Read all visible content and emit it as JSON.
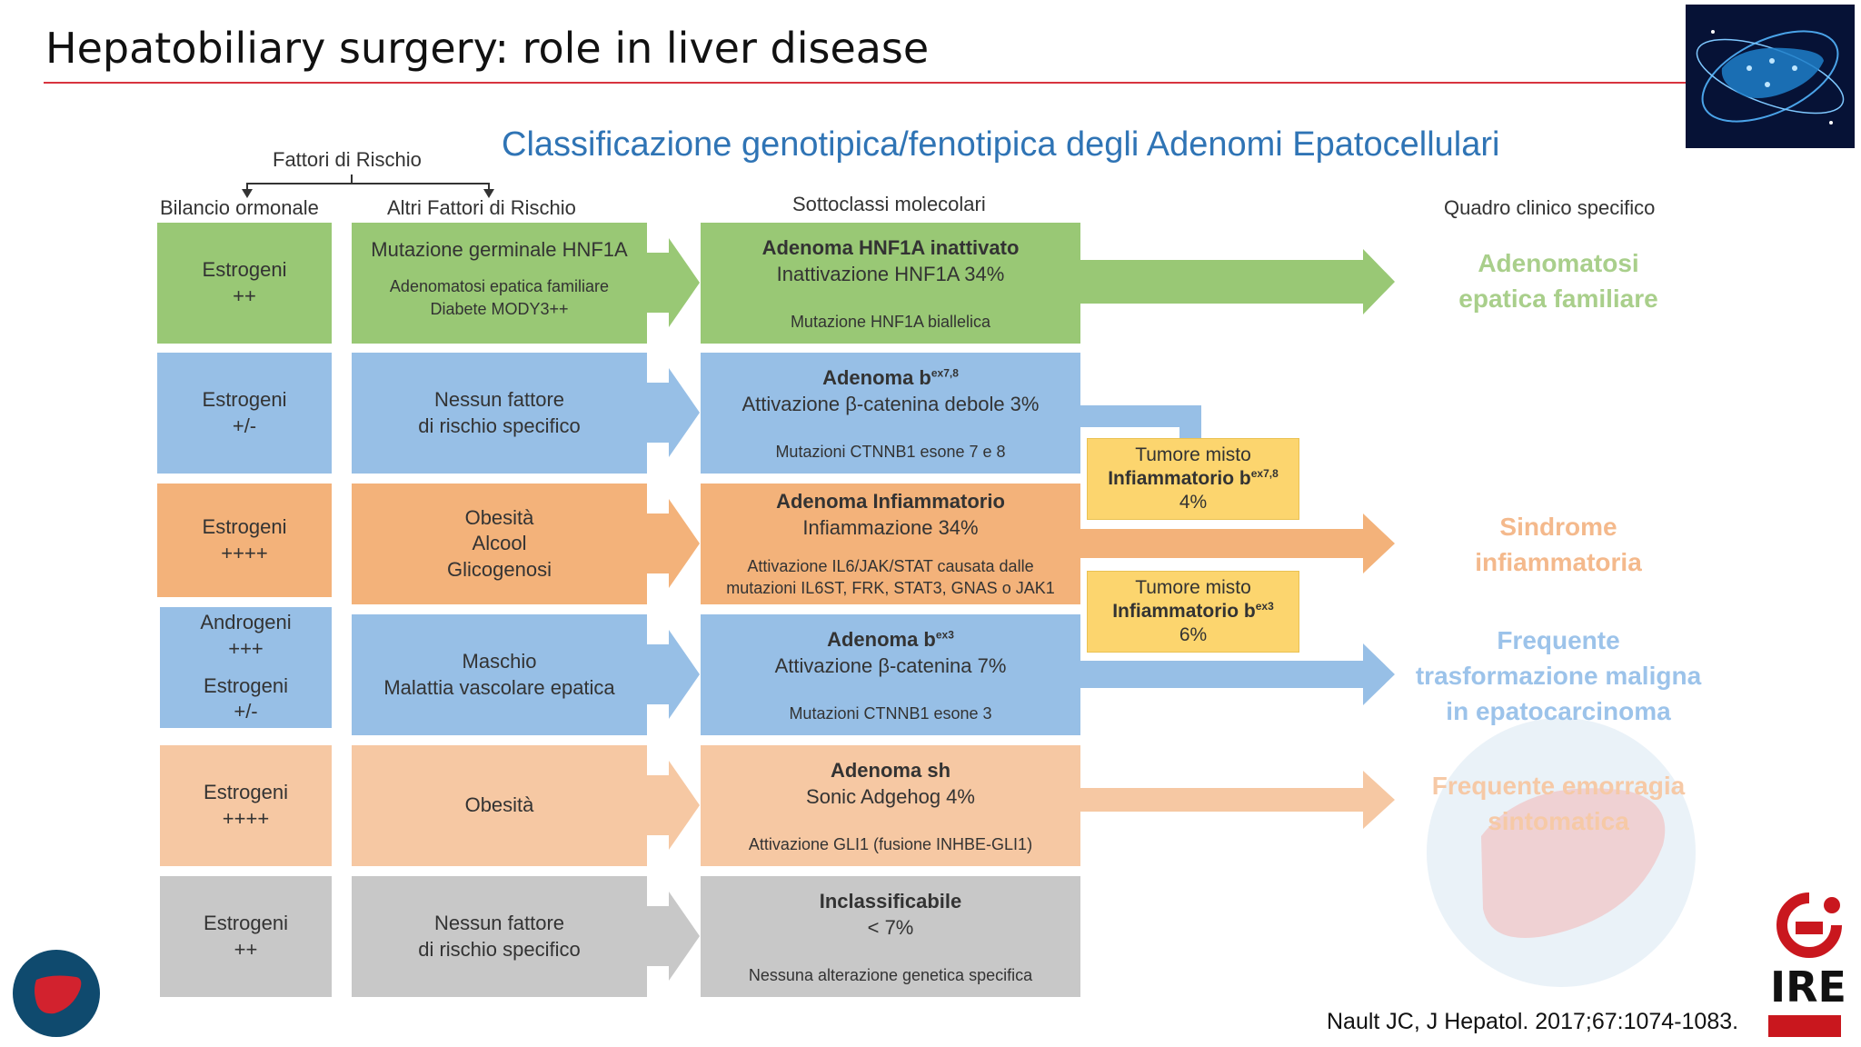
{
  "slide": {
    "title": "Hepatobiliary surgery: role in liver disease",
    "citation": "Nault JC, J Hepatol. 2017;67:1074-1083.",
    "logo_text": "IRE"
  },
  "diagram": {
    "title": "Classificazione genotipica/fenotipica degli Adenomi Epatocellulari",
    "headers": {
      "risk_factors": "Fattori di Rischio",
      "hormonal": "Bilancio ormonale",
      "other_risk": "Altri Fattori di Rischio",
      "molecular": "Sottoclassi molecolari",
      "clinical": "Quadro clinico specifico"
    },
    "rows": [
      {
        "hormone": [
          "Estrogeni",
          "++"
        ],
        "risk": {
          "main": "Mutazione germinale HNF1A",
          "notes": [
            "Adenomatosi epatica familiare",
            "Diabete MODY3++"
          ]
        },
        "mol": {
          "name": "Adenoma HNF1A inattivato",
          "pct": "Inattivazione HNF1A 34%",
          "mutation": "Mutazione HNF1A biallelica"
        }
      },
      {
        "hormone": [
          "Estrogeni",
          "+/-"
        ],
        "risk": {
          "lines": [
            "Nessun fattore",
            "di rischio specifico"
          ]
        },
        "mol": {
          "name": "Adenoma b",
          "sup": "ex7,8",
          "pct": "Attivazione β-catenina debole 3%",
          "mutation": "Mutazioni CTNNB1 esone 7 e 8"
        }
      },
      {
        "hormone": [
          "Estrogeni",
          "++++"
        ],
        "risk": {
          "lines": [
            "Obesità",
            "Alcool",
            "Glicogenosi"
          ]
        },
        "mol": {
          "name": "Adenoma Infiammatorio",
          "pct": "Infiammazione 34%",
          "mutation": "Attivazione IL6/JAK/STAT causata dalle",
          "mutation2": "mutazioni IL6ST, FRK, STAT3, GNAS o JAK1"
        }
      },
      {
        "hormone": [
          "Androgeni",
          "+++",
          "Estrogeni",
          "+/-"
        ],
        "risk": {
          "lines": [
            "Maschio",
            "Malattia vascolare epatica"
          ]
        },
        "mol": {
          "name": "Adenoma b",
          "sup": "ex3",
          "pct": "Attivazione β-catenina 7%",
          "mutation": "Mutazioni CTNNB1 esone 3"
        }
      },
      {
        "hormone": [
          "Estrogeni",
          "++++"
        ],
        "risk": {
          "lines": [
            "Obesità"
          ]
        },
        "mol": {
          "name": "Adenoma sh",
          "pct": "Sonic Adgehog 4%",
          "mutation": "Attivazione GLI1 (fusione INHBE-GLI1)"
        }
      },
      {
        "hormone": [
          "Estrogeni",
          "++"
        ],
        "risk": {
          "lines": [
            "Nessun fattore",
            "di rischio specifico"
          ]
        },
        "mol": {
          "name": "Inclassificabile",
          "pct": "< 7%",
          "mutation": "Nessuna alterazione genetica specifica"
        }
      }
    ],
    "mixed": [
      {
        "l1": "Tumore misto",
        "l2": "Infiammatorio b",
        "sup": "ex7,8",
        "l3": "4%"
      },
      {
        "l1": "Tumore misto",
        "l2": "Infiammatorio b",
        "sup": "ex3",
        "l3": "6%"
      }
    ],
    "outcomes": [
      {
        "lines": [
          "Adenomatosi",
          "epatica familiare"
        ],
        "color": "#a9cf8b"
      },
      {
        "lines": [
          "Sindrome",
          "infiammatoria"
        ],
        "color": "#f4b98c"
      },
      {
        "lines": [
          "Frequente",
          "trasformazione maligna",
          "in epatocarcinoma"
        ],
        "color": "#9cc3ea"
      },
      {
        "lines": [
          "Frequente emorragia",
          "sintomatica"
        ],
        "color": "#f6c9a6"
      }
    ],
    "colors": {
      "green": "#99c875",
      "blue": "#97bfe6",
      "orange": "#f3b27a",
      "peach": "#f6c8a3",
      "gray": "#c8c8c8",
      "yellow": "#fcd56e",
      "title_blue": "#2f74b5",
      "accent_red": "#d8343f"
    }
  }
}
